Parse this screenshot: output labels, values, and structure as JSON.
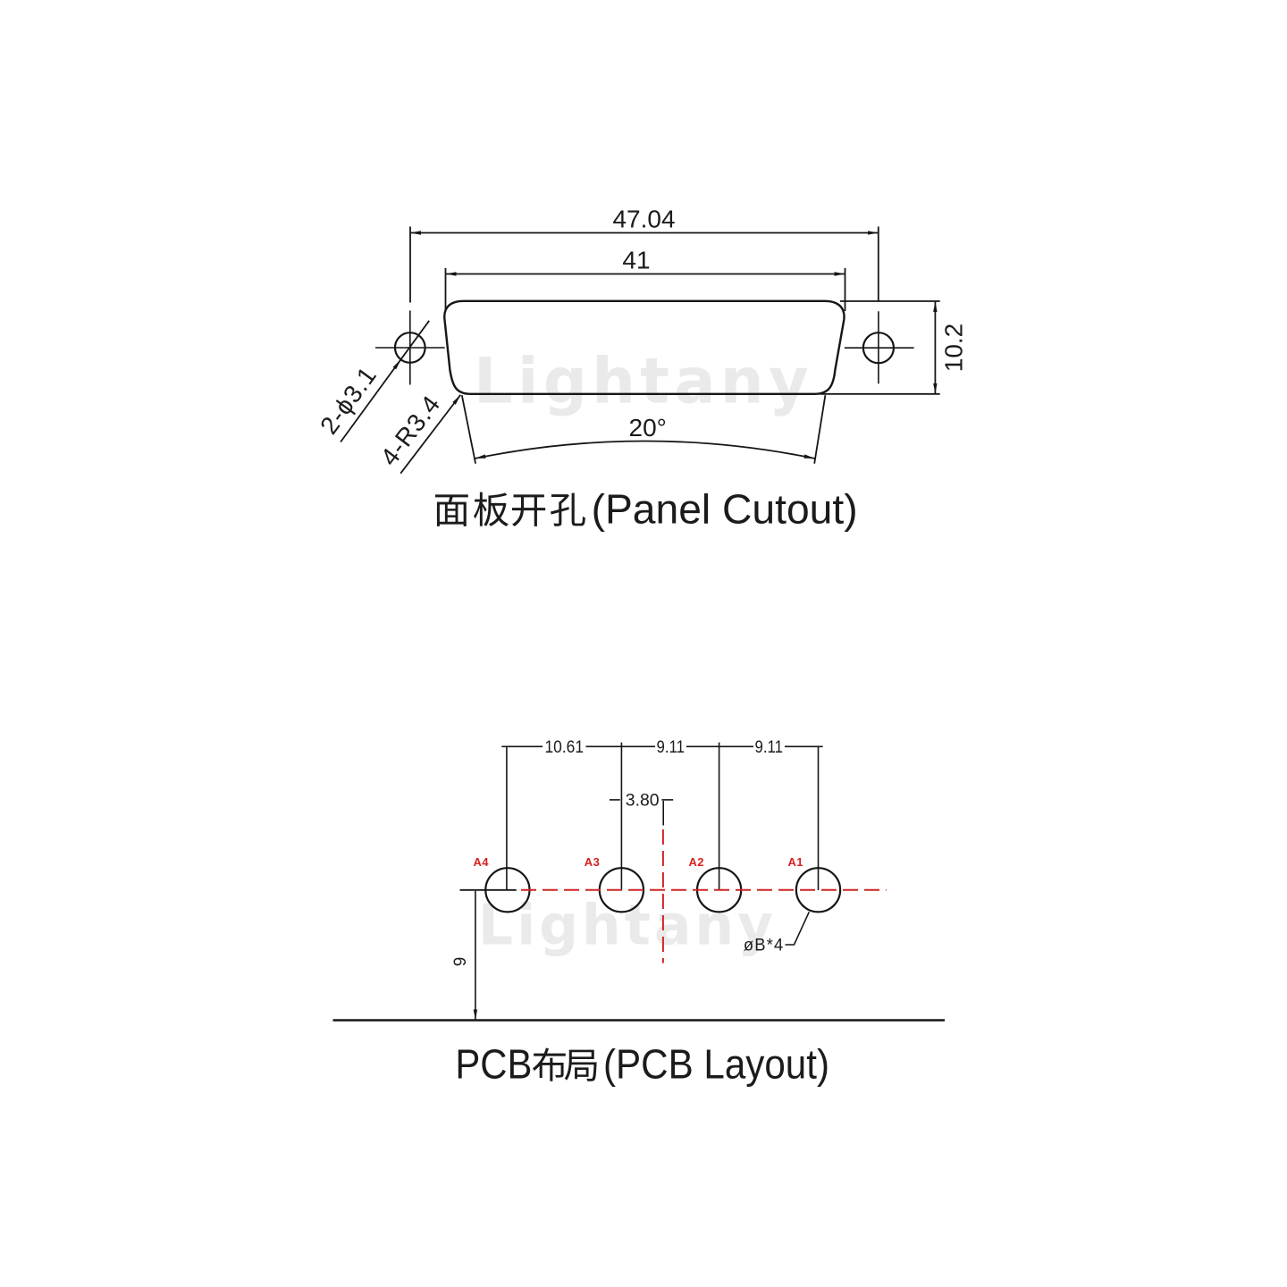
{
  "document": {
    "type": "connector technical drawing",
    "background": "#ffffff",
    "line_color": "#161616",
    "accent_red": "#d22b26"
  },
  "watermark": {
    "text": "Lightany",
    "color": "#eaeaea"
  },
  "panel_cutout": {
    "title": "面板开孔 (Panel Cutout)",
    "title_latin": "(Panel Cutout)",
    "dim_hole_span": "47.04",
    "dim_cutout_width": "41",
    "dim_cutout_height": "10.2",
    "label_screw_holes": "2-ϕ3.1",
    "label_corner_radius": "4-R3.4",
    "dim_side_angle": "20°"
  },
  "pcb_layout": {
    "title": "PCB布局 (PCB Layout)",
    "title_latin_prefix": "PCB",
    "title_latin": "(PCB Layout)",
    "dim_pitch_a4_a3": "10.61",
    "dim_pitch_a3_a2": "9.11",
    "dim_pitch_a2_a1": "9.11",
    "dim_center_offset": "3.80",
    "dim_edge_distance": "9",
    "label_hole_diameter": "øB*4",
    "pads": [
      {
        "label": "A4"
      },
      {
        "label": "A3"
      },
      {
        "label": "A2"
      },
      {
        "label": "A1"
      }
    ]
  }
}
